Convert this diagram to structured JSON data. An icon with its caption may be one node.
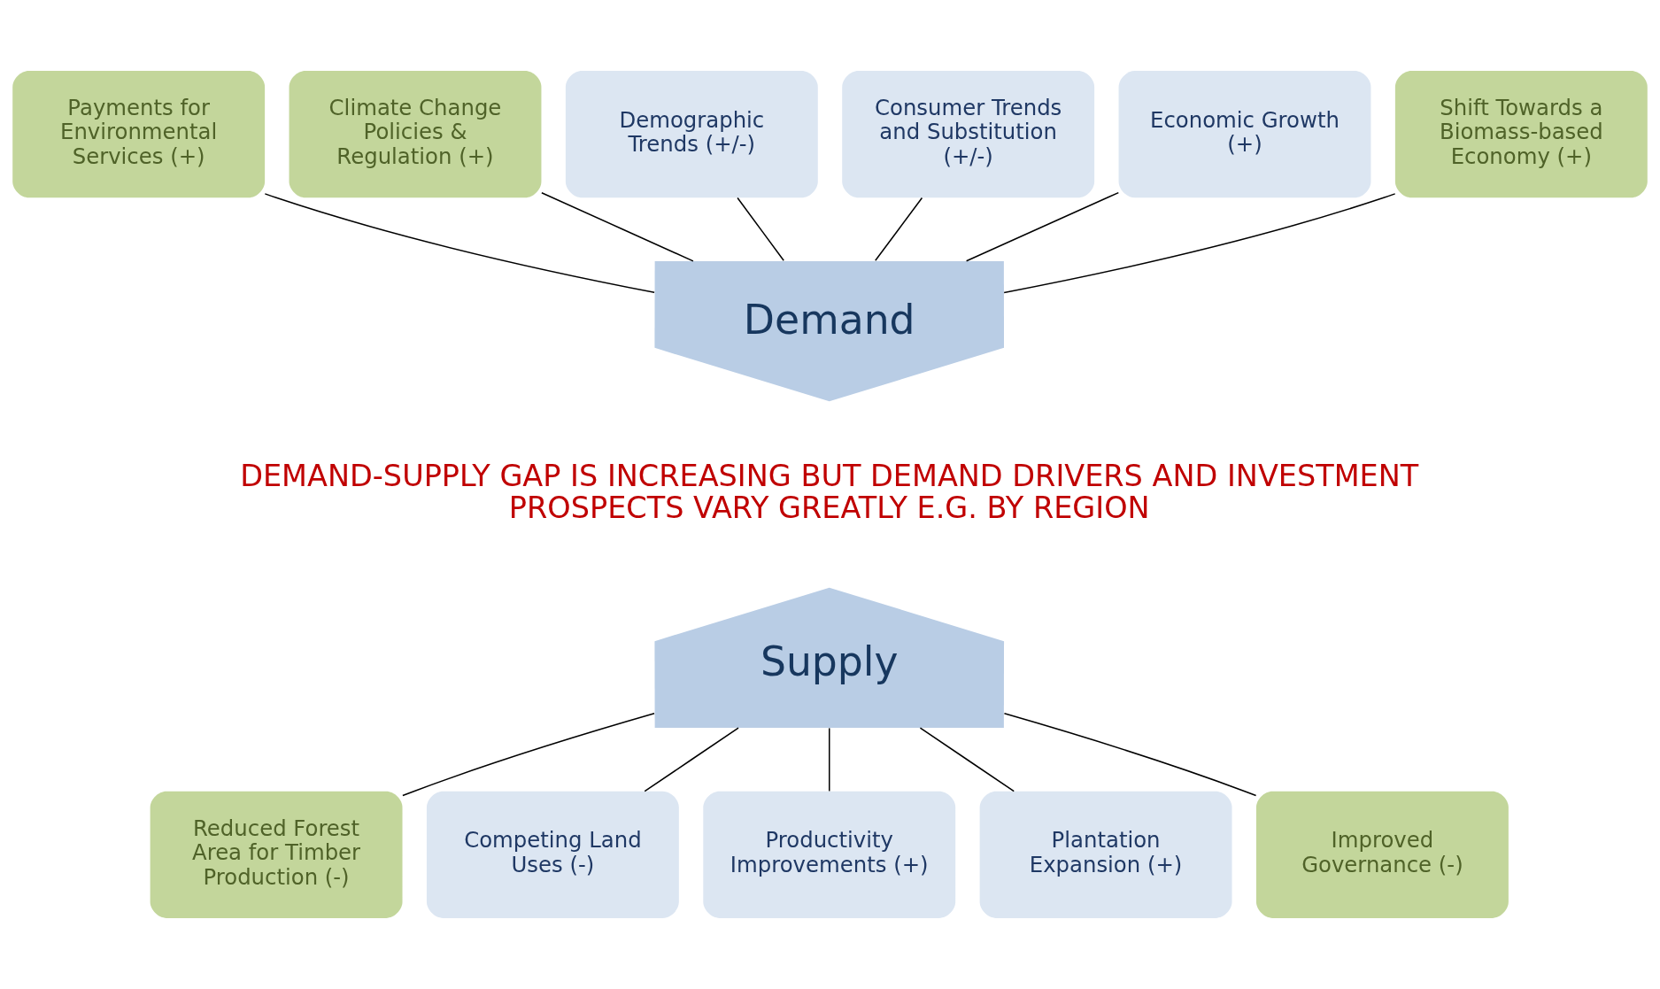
{
  "diagram": {
    "nodes": [
      {
        "text": [
          "Payments for Environmental Services (+)"
        ]
      },
      {
        "text": [
          "Climate Change Policies & Regulation (+)"
        ]
      },
      {
        "text": [
          "Demographic Trends (+/-)"
        ]
      },
      {
        "text": [
          "Consumer Trends and Substitution (+/-)"
        ]
      },
      {
        "text": [
          "Economic Growth (+)"
        ]
      },
      {
        "text": [
          "Shift Towards a Biomass-based Economy (+)"
        ]
      },
      {
        "text": [
          "Demand"
        ]
      },
      {
        "text": [
          "Supply"
        ]
      },
      {
        "text": [
          "Reduced Forest Area for Timber Production (-)"
        ]
      },
      {
        "text": [
          "Competing Land Uses (-)"
        ]
      },
      {
        "text": [
          "Productivity Improvements (+)"
        ]
      },
      {
        "text": [
          "Plantation Expansion (+)"
        ]
      },
      {
        "text": [
          "Improved Governance (-)"
        ]
      }
    ],
    "edges": [
      {
        "from": 0,
        "to": 6,
        "arrow": "none"
      },
      {
        "from": 1,
        "to": 6,
        "arrow": "none"
      },
      {
        "from": 2,
        "to": 6,
        "arrow": "none"
      },
      {
        "from": 3,
        "to": 6,
        "arrow": "none"
      },
      {
        "from": 4,
        "to": 6,
        "arrow": "none"
      },
      {
        "from": 5,
        "to": 6,
        "arrow": "none"
      },
      {
        "from": 7,
        "to": 8,
        "arrow": "none"
      },
      {
        "from": 7,
        "to": 9,
        "arrow": "none"
      },
      {
        "from": 7,
        "to": 10,
        "arrow": "none"
      },
      {
        "from": 7,
        "to": 11,
        "arrow": "none"
      },
      {
        "from": 7,
        "to": 12,
        "arrow": "none"
      }
    ],
    "labels": [
      "DEMAND-SUPPLY GAP IS INCREASING BUT DEMAND DRIVERS AND INVESTMENT PROSPECTS VARY GREATLY E.G. BY REGION"
    ]
  }
}
